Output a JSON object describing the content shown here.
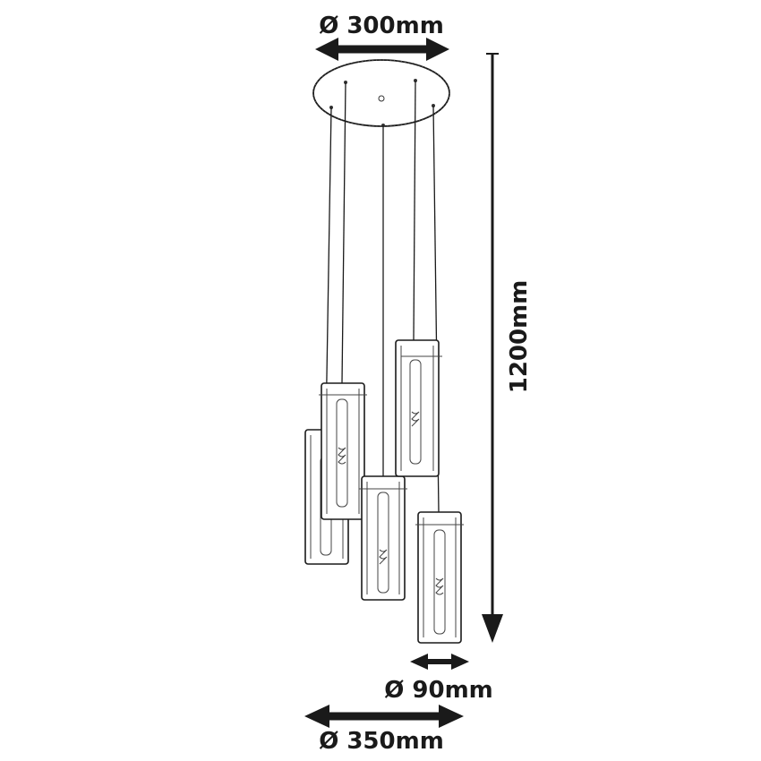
{
  "dimensions": {
    "canopy_diameter": "Ø 300mm",
    "height": "1200mm",
    "shade_diameter": "Ø 90mm",
    "overall_diameter": "Ø 350mm"
  },
  "colors": {
    "line": "#1a1a1a",
    "background": "#ffffff"
  }
}
